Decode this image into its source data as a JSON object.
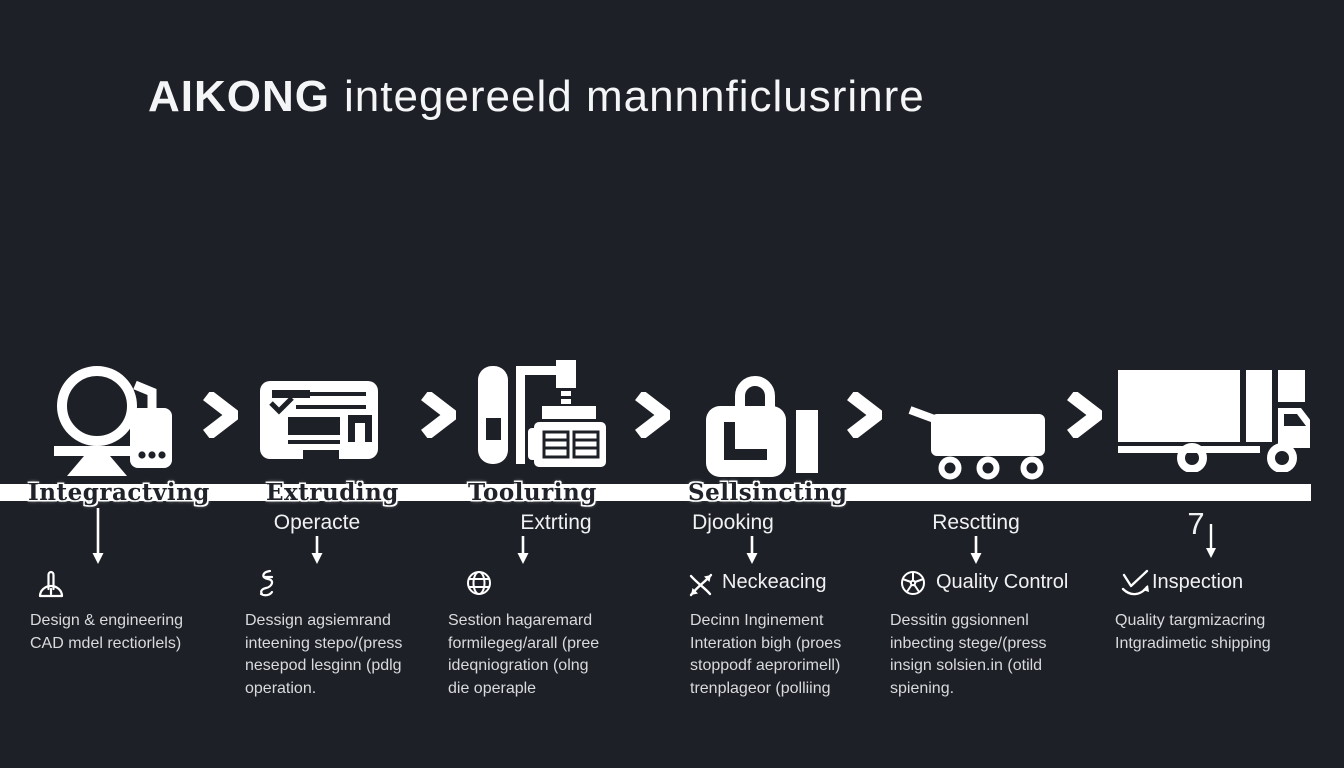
{
  "colors": {
    "background": "#1d2026",
    "foreground": "#ffffff",
    "dim_text": "#d9dadd"
  },
  "title": {
    "brand": "AIKONG",
    "subtitle": "integereeld mannnficlusrinre"
  },
  "stages": [
    {
      "icon": "design-computer-icon",
      "bar_label": "Integractving",
      "sub_label": "",
      "small_icon": "pen-stand-icon",
      "small_label": "",
      "description": "Design & engineering\nCAD mdel rectiorlels)"
    },
    {
      "icon": "checklist-card-icon",
      "bar_label": "Extruding",
      "sub_label": "Operacte",
      "small_icon": "squiggle-icon",
      "small_label": "",
      "description": "Dessign agsiemrand\ninteening stepo/(press\nnesepod lesginn (pdlg\noperation."
    },
    {
      "icon": "extrusion-machine-icon",
      "bar_label": "Tooluring",
      "sub_label": "Extrting",
      "small_icon": "globe-icon",
      "small_label": "",
      "description": "Sestion hagaremard\nformilegeg/arall (pree\nideqniogration (olng\ndie operaple"
    },
    {
      "icon": "locked-bag-icon",
      "bar_label": "Sellsincting",
      "sub_label": "Djooking",
      "small_icon": "crossed-arrows-icon",
      "small_label": "Neckeacing",
      "description": "Decinn Inginement\nInteration bigh (proes\nstoppodf aeprorimell)\ntrenplageor (polliing"
    },
    {
      "icon": "trolley-icon",
      "bar_label": "",
      "sub_label": "Resctting",
      "small_icon": "wheel-icon",
      "small_label": "Quality Control",
      "description": "Dessitin ggsionnenl\ninbecting stege/(press\ninsign solsien.in (otild\nspiening."
    },
    {
      "icon": "truck-icon",
      "bar_label": "",
      "sub_label": "7",
      "small_icon": "check-swoosh-icon",
      "small_label": "Inspection",
      "description": "Quality targmizacring\nIntgradimetic shipping"
    }
  ]
}
